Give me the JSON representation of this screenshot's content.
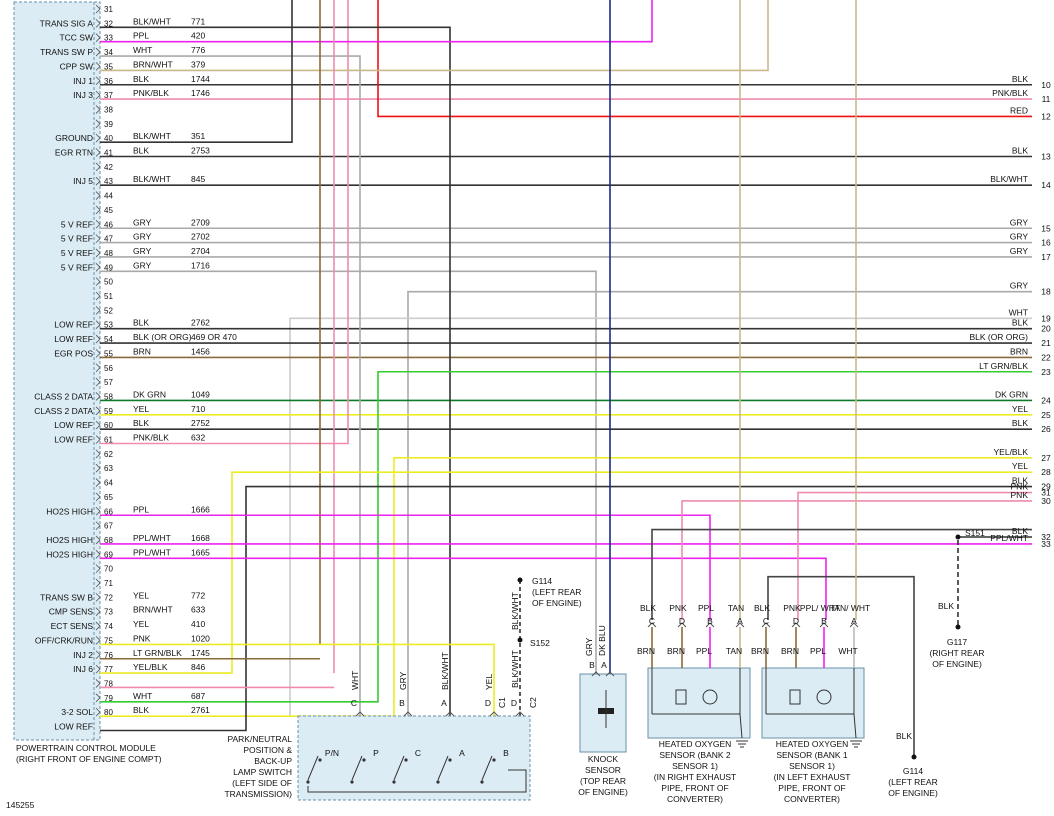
{
  "diagram_id": "145255",
  "pcm": {
    "title_line1": "POWERTRAIN CONTROL MODULE",
    "title_line2": "(RIGHT FRONT OF ENGINE COMPT)",
    "pins": [
      {
        "pin": "31",
        "func": "",
        "color": "",
        "circuit": ""
      },
      {
        "pin": "32",
        "func": "TRANS SIG A",
        "color": "BLK/WHT",
        "circuit": "771"
      },
      {
        "pin": "33",
        "func": "TCC SW",
        "color": "PPL",
        "circuit": "420"
      },
      {
        "pin": "34",
        "func": "TRANS SW P",
        "color": "WHT",
        "circuit": "776"
      },
      {
        "pin": "35",
        "func": "CPP SW",
        "color": "BRN/WHT",
        "circuit": "379"
      },
      {
        "pin": "36",
        "func": "INJ 1",
        "color": "BLK",
        "circuit": "1744"
      },
      {
        "pin": "37",
        "func": "INJ 3",
        "color": "PNK/BLK",
        "circuit": "1746"
      },
      {
        "pin": "38",
        "func": "",
        "color": "",
        "circuit": ""
      },
      {
        "pin": "39",
        "func": "",
        "color": "",
        "circuit": ""
      },
      {
        "pin": "40",
        "func": "GROUND",
        "color": "BLK/WHT",
        "circuit": "351"
      },
      {
        "pin": "41",
        "func": "EGR RTN",
        "color": "BLK",
        "circuit": "2753"
      },
      {
        "pin": "42",
        "func": "",
        "color": "",
        "circuit": ""
      },
      {
        "pin": "43",
        "func": "INJ 5",
        "color": "BLK/WHT",
        "circuit": "845"
      },
      {
        "pin": "44",
        "func": "",
        "color": "",
        "circuit": ""
      },
      {
        "pin": "45",
        "func": "",
        "color": "",
        "circuit": ""
      },
      {
        "pin": "46",
        "func": "5 V REF",
        "color": "GRY",
        "circuit": "2709"
      },
      {
        "pin": "47",
        "func": "5 V REF",
        "color": "GRY",
        "circuit": "2702"
      },
      {
        "pin": "48",
        "func": "5 V REF",
        "color": "GRY",
        "circuit": "2704"
      },
      {
        "pin": "49",
        "func": "5 V REF",
        "color": "GRY",
        "circuit": "1716"
      },
      {
        "pin": "50",
        "func": "",
        "color": "",
        "circuit": ""
      },
      {
        "pin": "51",
        "func": "",
        "color": "",
        "circuit": ""
      },
      {
        "pin": "52",
        "func": "",
        "color": "",
        "circuit": ""
      },
      {
        "pin": "53",
        "func": "LOW REF",
        "color": "BLK",
        "circuit": "2762"
      },
      {
        "pin": "54",
        "func": "LOW REF",
        "color": "BLK (OR ORG)",
        "circuit": "469 OR 470"
      },
      {
        "pin": "55",
        "func": "EGR POS",
        "color": "BRN",
        "circuit": "1456"
      },
      {
        "pin": "56",
        "func": "",
        "color": "",
        "circuit": ""
      },
      {
        "pin": "57",
        "func": "",
        "color": "",
        "circuit": ""
      },
      {
        "pin": "58",
        "func": "CLASS 2 DATA",
        "color": "DK GRN",
        "circuit": "1049"
      },
      {
        "pin": "59",
        "func": "CLASS 2 DATA",
        "color": "YEL",
        "circuit": "710"
      },
      {
        "pin": "60",
        "func": "LOW REF",
        "color": "BLK",
        "circuit": "2752"
      },
      {
        "pin": "61",
        "func": "LOW REF",
        "color": "PNK/BLK",
        "circuit": "632"
      },
      {
        "pin": "62",
        "func": "",
        "color": "",
        "circuit": ""
      },
      {
        "pin": "63",
        "func": "",
        "color": "",
        "circuit": ""
      },
      {
        "pin": "64",
        "func": "",
        "color": "",
        "circuit": ""
      },
      {
        "pin": "65",
        "func": "",
        "color": "",
        "circuit": ""
      },
      {
        "pin": "66",
        "func": "HO2S HIGH",
        "color": "PPL",
        "circuit": "1666"
      },
      {
        "pin": "67",
        "func": "",
        "color": "",
        "circuit": ""
      },
      {
        "pin": "68",
        "func": "HO2S HIGH",
        "color": "PPL/WHT",
        "circuit": "1668"
      },
      {
        "pin": "69",
        "func": "HO2S HIGH",
        "color": "PPL/WHT",
        "circuit": "1665"
      },
      {
        "pin": "70",
        "func": "",
        "color": "",
        "circuit": ""
      },
      {
        "pin": "71",
        "func": "",
        "color": "",
        "circuit": ""
      },
      {
        "pin": "72",
        "func": "TRANS SW B",
        "color": "YEL",
        "circuit": "772"
      },
      {
        "pin": "73",
        "func": "CMP SENS",
        "color": "BRN/WHT",
        "circuit": "633"
      },
      {
        "pin": "74",
        "func": "ECT SENS",
        "color": "YEL",
        "circuit": "410"
      },
      {
        "pin": "75",
        "func": "OFF/CRK/RUN",
        "color": "PNK",
        "circuit": "1020"
      },
      {
        "pin": "76",
        "func": "INJ 2",
        "color": "LT GRN/BLK",
        "circuit": "1745"
      },
      {
        "pin": "77",
        "func": "INJ 6",
        "color": "YEL/BLK",
        "circuit": "846"
      },
      {
        "pin": "78",
        "func": "",
        "color": "",
        "circuit": ""
      },
      {
        "pin": "79",
        "func": "",
        "color": "WHT",
        "circuit": "687"
      },
      {
        "pin": "80",
        "func": "3-2 SOL",
        "color": "BLK",
        "circuit": "2761"
      },
      {
        "pin": "",
        "func": "LOW REF",
        "color": "",
        "circuit": ""
      }
    ]
  },
  "right_labels": [
    {
      "num": "10",
      "color": "BLK"
    },
    {
      "num": "11",
      "color": "PNK/BLK"
    },
    {
      "num": "12",
      "color": "RED"
    },
    {
      "num": "13",
      "color": "BLK"
    },
    {
      "num": "14",
      "color": "BLK/WHT"
    },
    {
      "num": "15",
      "color": "GRY"
    },
    {
      "num": "16",
      "color": "GRY"
    },
    {
      "num": "17",
      "color": "GRY"
    },
    {
      "num": "18",
      "color": "GRY"
    },
    {
      "num": "19",
      "color": "WHT"
    },
    {
      "num": "20",
      "color": "BLK"
    },
    {
      "num": "21",
      "color": "BLK (OR ORG)"
    },
    {
      "num": "22",
      "color": "BRN"
    },
    {
      "num": "23",
      "color": "LT GRN/BLK"
    },
    {
      "num": "24",
      "color": "DK GRN"
    },
    {
      "num": "25",
      "color": "YEL"
    },
    {
      "num": "26",
      "color": "BLK"
    },
    {
      "num": "27",
      "color": "YEL/BLK"
    },
    {
      "num": "28",
      "color": "YEL"
    },
    {
      "num": "29",
      "color": "BLK"
    },
    {
      "num": "30",
      "color": "PNK"
    },
    {
      "num": "31",
      "color": "PNK"
    },
    {
      "num": "32",
      "color": "BLK"
    },
    {
      "num": "33",
      "color": "PPL/WHT"
    }
  ],
  "splices": {
    "s151": "S151",
    "s152": "S152"
  },
  "grounds": {
    "g114_top": {
      "name": "G114",
      "line1": "(LEFT REAR",
      "line2": "OF ENGINE)"
    },
    "g117": {
      "name": "G117",
      "line1": "(RIGHT REAR",
      "line2": "OF ENGINE)"
    },
    "g114_bottom": {
      "name": "G114",
      "line1": "(LEFT REAR",
      "line2": "OF ENGINE)"
    },
    "blk_wire_g117": "BLK",
    "blk_wire_g114": "BLK",
    "blkwht_top": "BLK/WHT",
    "blkwht_bottom": "BLK/WHT"
  },
  "park_neutral_switch": {
    "lines": [
      "PARK/NEUTRAL",
      "POSITION &",
      "BACK-UP",
      "LAMP SWITCH",
      "(LEFT SIDE OF",
      "TRANSMISSION)"
    ],
    "pins": [
      {
        "letter": "C",
        "wire": "WHT"
      },
      {
        "letter": "B",
        "wire": "GRY"
      },
      {
        "letter": "A",
        "wire": "BLK/WHT"
      },
      {
        "letter": "D",
        "wire": "YEL"
      },
      {
        "letter": "D",
        "wire": ""
      }
    ],
    "conn_c1": "C1",
    "conn_c2": "C2",
    "positions": [
      "P/N",
      "P",
      "C",
      "A",
      "B"
    ]
  },
  "knock_sensor": {
    "lines": [
      "KNOCK",
      "SENSOR",
      "(TOP REAR",
      "OF ENGINE)"
    ],
    "pin_b": "B",
    "pin_a": "A",
    "wire_b": "GRY",
    "wire_a": "DK BLU"
  },
  "ho2s_bank2": {
    "lines": [
      "HEATED OXYGEN",
      "SENSOR (BANK 2",
      "SENSOR 1)",
      "(IN RIGHT EXHAUST",
      "PIPE, FRONT OF",
      "CONVERTER)"
    ],
    "pins": [
      {
        "letter": "C",
        "top": "BLK",
        "bottom": "BRN"
      },
      {
        "letter": "D",
        "top": "PNK",
        "bottom": "BRN"
      },
      {
        "letter": "B",
        "top": "PPL",
        "bottom": "PPL"
      },
      {
        "letter": "A",
        "top": "TAN",
        "bottom": "TAN"
      }
    ]
  },
  "ho2s_bank1": {
    "lines": [
      "HEATED OXYGEN",
      "SENSOR (BANK 1",
      "SENSOR 1)",
      "(IN LEFT EXHAUST",
      "PIPE, FRONT OF",
      "CONVERTER)"
    ],
    "pins": [
      {
        "letter": "C",
        "top": "BLK",
        "bottom": "BRN"
      },
      {
        "letter": "D",
        "top": "PNK",
        "bottom": "BRN"
      },
      {
        "letter": "B",
        "top": "PPL/ WHT",
        "bottom": "PPL"
      },
      {
        "letter": "A",
        "top": "TAN/ WHT",
        "bottom": "WHT"
      }
    ]
  },
  "wire_colors": {
    "BLK": "#333333",
    "PNK": "#f08ab0",
    "RED": "#ee1111",
    "PPL": "#ee22ee",
    "TAN": "#c8b88a",
    "GRY": "#aaaaaa",
    "BRN": "#8a6a3a",
    "DKGRN": "#117a2a",
    "LTGRN": "#33cc33",
    "YEL": "#ecec22",
    "BLU": "#1a2a8a",
    "WHT": "#cccccc"
  }
}
